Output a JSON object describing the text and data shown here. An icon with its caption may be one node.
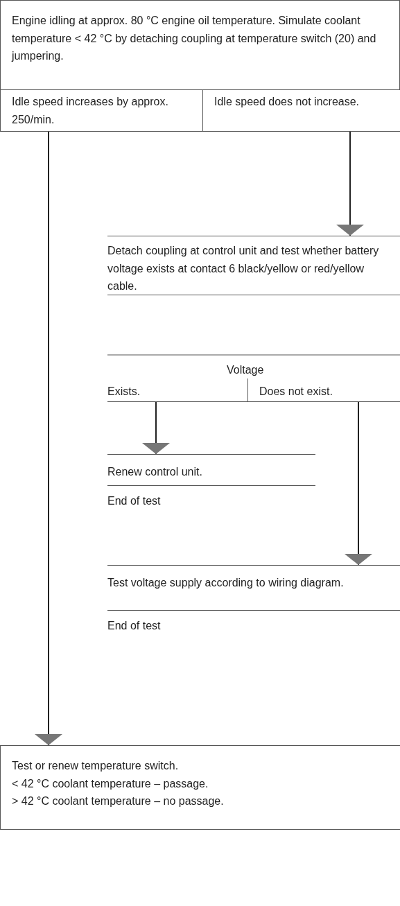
{
  "diagram": {
    "nodes": [
      {
        "text": [
          "Engine idling at approx. 80 °C engine oil temperature. Simulate coolant temperature < 42 °C by detaching coupling at temperature switch (20) and jumpering."
        ]
      },
      {
        "text": [
          "Idle speed increases by approx. 250/min."
        ]
      },
      {
        "text": [
          "Idle speed does not increase."
        ]
      },
      {
        "text": [
          "Detach coupling at control unit and test whether battery voltage exists at contact 6 black/yellow or red/yellow cable."
        ]
      },
      {
        "text": [
          "Exists."
        ]
      },
      {
        "text": [
          "Does not exist."
        ]
      },
      {
        "text": [
          "Renew control unit."
        ]
      },
      {
        "text": [
          "End of test"
        ]
      },
      {
        "text": [
          "Test voltage supply according to wiring diagram."
        ]
      },
      {
        "text": [
          "End of test"
        ]
      },
      {
        "text": [
          "Test or renew temperature switch.",
          "< 42 °C coolant temperature – passage.",
          "> 42 °C coolant temperature – no passage."
        ]
      }
    ],
    "edges": [
      {
        "from": 1,
        "to": 10,
        "arrow": "to"
      },
      {
        "from": 2,
        "to": 3,
        "arrow": "to"
      },
      {
        "from": 4,
        "to": 6,
        "arrow": "to"
      },
      {
        "from": 5,
        "to": 8,
        "arrow": "to"
      }
    ],
    "labels": [
      "Voltage"
    ]
  }
}
